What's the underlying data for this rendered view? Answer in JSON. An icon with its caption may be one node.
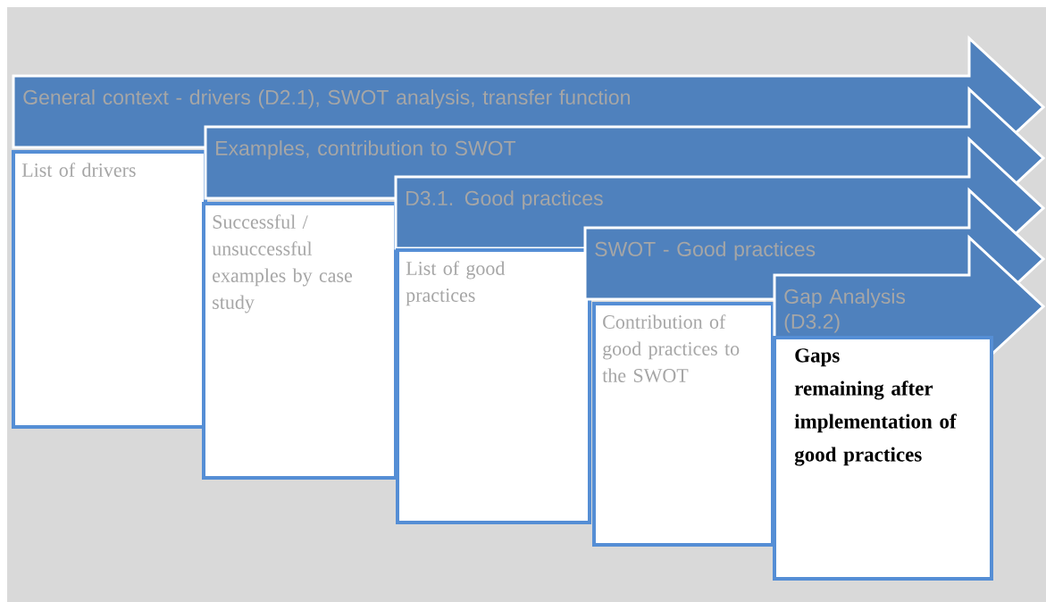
{
  "diagram": {
    "nodes": [
      {
        "text": [
          "General context - drivers (D2.1), SWOT analysis, transfer function"
        ]
      },
      {
        "text": [
          "List of drivers"
        ]
      },
      {
        "text": [
          "Examples, contribution to SWOT"
        ]
      },
      {
        "text": [
          "Successful / unsuccessful examples by case study"
        ]
      },
      {
        "text": [
          "D3.1. Good practices"
        ]
      },
      {
        "text": [
          "List of good practices"
        ]
      },
      {
        "text": [
          "SWOT - Good practices"
        ]
      },
      {
        "text": [
          "Contribution of good practices to the SWOT"
        ]
      },
      {
        "text": [
          "Gap Analysis (D3.2)"
        ]
      },
      {
        "text": [
          "Gaps remaining after implementation of good practices"
        ]
      }
    ]
  }
}
